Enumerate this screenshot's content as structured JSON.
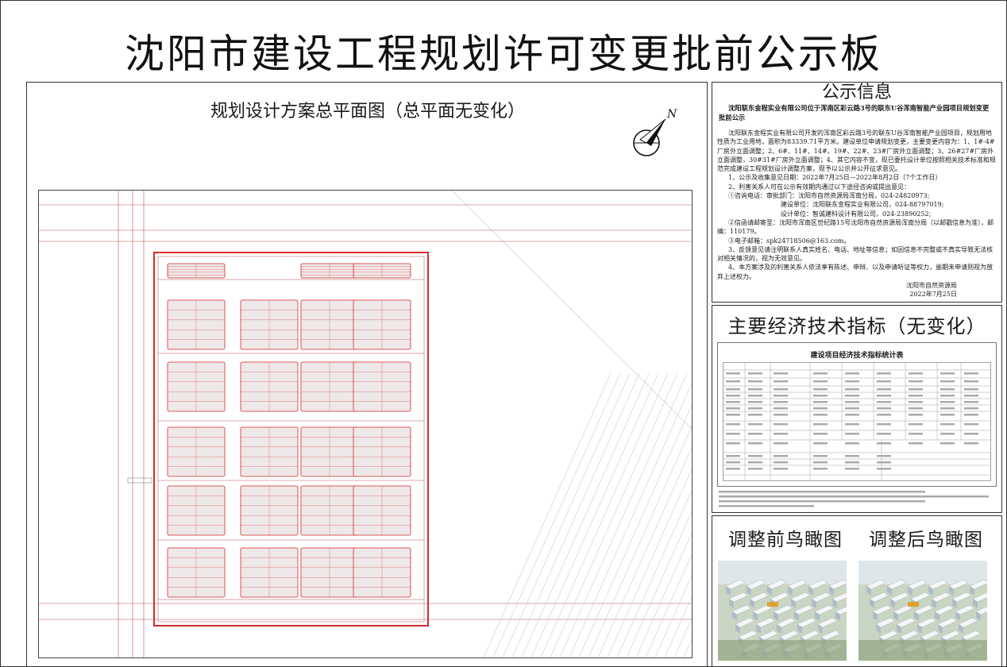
{
  "board": {
    "title": "沈阳市建设工程规划许可变更批前公示板"
  },
  "plan": {
    "title": "规划设计方案总平面图（总平面无变化）",
    "compass_letter": "N"
  },
  "info": {
    "heading": "公示信息",
    "subheading": "沈阳联东金程实业有限公司位于浑南区彩云路3号的联东U谷浑南智能产业园项目规划变更批前公示",
    "paragraph1": "沈阳联东金程实业有限公司开发的浑南区彩云路3号的联东U谷浑南智能产业园项目，规划用地性质为工业用地，面积为83339.71平方米。建设单位申请规划变更，主要变更内容为：1、1#-4#厂房外立面调整；2、6#、11#、14#、19#、22#、23#厂房外立面调整；3、26#27#厂房外立面调整，30#31#厂房外立面调整；4、其它内容不变，现已委托设计单位按照相关技术标准和规范完成建设工程规划设计调整方案，现予以公示并公开征求意见。",
    "item1": "1、公示及收集意见日期：2022年7月25日—2022年8月2日（7个工作日）",
    "item2": "2、利害关系人可在公示有效期内通过以下途径咨询或提出意见：",
    "consult1": "①咨询电话：审批部门：沈阳市自然资源局浑南分局，024-24820973;",
    "consult2": "建设单位：沈阳联东金程实业有限公司，024-88797019;",
    "consult3": "设计单位：智诚建科设计有限公司，024-23890252;",
    "mail": "②信函请邮寄至：沈阳市浑南区世纪路15号沈阳市自然资源局浑南分局（以邮戳信息为准），邮编：110179。",
    "email": "③电子邮箱：spk24718506@163.com。",
    "item3": "3、反馈意见请注明联系人真实姓名、电话、地址等信息；如因信息不完整或不真实导致无法核对相关情况的，视为无效意见。",
    "item4": "4、本方案涉及的利害关系人依法享有陈述、申辩、以及申请听证等权力，逾期未申请则视为放弃上述权力。",
    "signature": "沈阳市自然资源局",
    "date": "2022年7月25日"
  },
  "economics": {
    "title": "主要经济技术指标（无变化）",
    "table_title": "建设项目经济技术指标统计表"
  },
  "aerial": {
    "before_label": "调整前鸟瞰图",
    "after_label": "调整后鸟瞰图"
  },
  "colors": {
    "boundary_red": "#d62a2a",
    "road_line": "#c05050",
    "building_fill": "#efe8e8"
  }
}
